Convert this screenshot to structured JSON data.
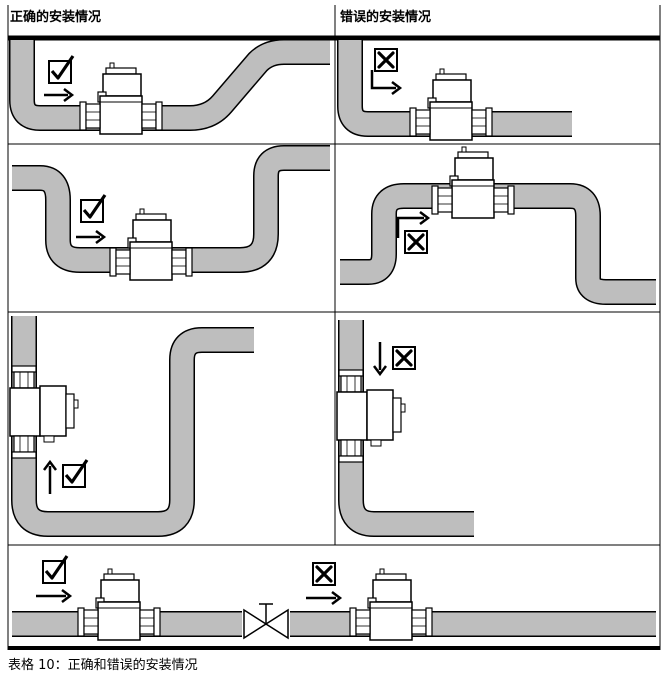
{
  "table": {
    "header_correct": "正确的安装情况",
    "header_incorrect": "错误的安装情况"
  },
  "caption": "表格 10：正确和错误的安装情况",
  "colors": {
    "pipe_fill": "#bebebe",
    "pipe_stroke": "#000000",
    "device_fill": "#ffffff",
    "frame": "#000000"
  },
  "icons": {
    "correct": "checkmark-box-icon",
    "incorrect": "x-box-icon",
    "flow": "arrow-icon"
  }
}
